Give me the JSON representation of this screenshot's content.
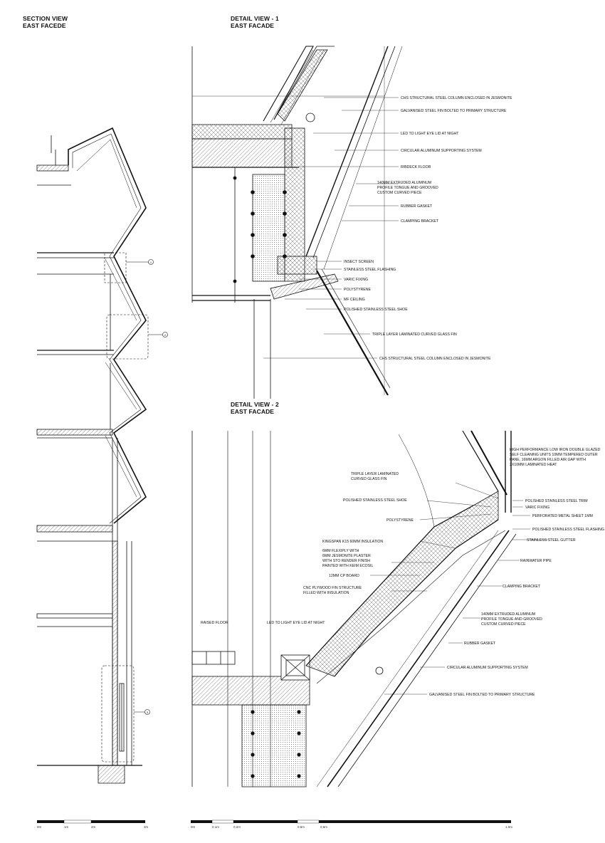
{
  "titles": {
    "section": {
      "line1": "SECTION VIEW",
      "line2": "EAST FACEDE"
    },
    "detail1": {
      "line1": "DETAIL VIEW - 1",
      "line2": "EAST FACADE"
    },
    "detail2": {
      "line1": "DETAIL VIEW - 2",
      "line2": "EAST FACADE"
    }
  },
  "callouts": {
    "c1": "1",
    "c2": "2",
    "c3": "3"
  },
  "detail1_labels": [
    "CHS STRUCTURAL STEEL COLUMN ENCLOSED IN JESMONITE",
    "GALVANISED STEEL FIN BOLTED TO PRIMARY STRUCTURE",
    "LED TO LIGHT EYE LID AT NIGHT",
    "CIRCULAR ALUMINUM SUPPORTING SYSTEM",
    "RIBDECK FLOOR",
    "140MM EXTRUDED ALUMINUM",
    "PROFILE TONGUE AND GROOVED",
    "CUSTOM CURVED PIECE",
    "RUBBER GASKET",
    "CLAMPING BRACKET",
    "INSECT SCREEN",
    "STAINLESS STEEL FLASHING",
    "VARIC FIXING",
    "POLYSTYRENE",
    "MF CEILING",
    "POLISHED STAINLESS STEEL SHOE",
    "TRIPLE LAYER LAMINATED CURVED GLASS FIN",
    "CHS STRUCTURAL STEEL COLUMN ENCLOSED IN JESMONITE"
  ],
  "detail2_labels": [
    "HIGH PERFORMANCE LOW IRON DOUBLE GLAZED",
    "SELF CLEANING UNITS 10MM TEMPERED OUTER",
    "PANE, 16MM ARGON FILLED AIR GAP WITH",
    "2X10MM LAMINATED HEAT",
    "TRIPLE LAYER LAMINATED",
    "CURVED GLASS FIN",
    "POLISHED STAINLESS STEEL SHOE",
    "POLISHED STAINLESS STEEL TRIM",
    "VARIC FIXING",
    "POLYSTYRENE",
    "PERFORATED METAL SHEET 1MM",
    "POLISHED STAINLESS STEEL FLASHING",
    "KINGSPAN K15 60MM INSULATION",
    "STAINLESS STEEL GUTTER",
    "6MM FLEXIPLY WITH",
    "6MM JESMONITE PLASTER",
    "WITH STO RENDER FINISH",
    "PAINTED WITH KEIM ECOSIL",
    "RAINWATER PIPE",
    "12MM CP BOARD",
    "CLAMPING BRACKET",
    "CNC PLYWOOD FIN STRUCTURE",
    "FILLED WITH INSULATION",
    "RAISED FLOOR",
    "LED TO LIGHT EYE LID AT NIGHT",
    "140MM EXTRUDED ALUMINUM",
    "PROFILE TONGUE AND GROOVED",
    "CUSTOM CURVED PIECE",
    "RUBBER GASKET",
    "CIRCULAR ALUMINUM SUPPORTING SYSTEM",
    "GALVANISED STEEL FIN BOLTED TO PRIMARY STRUCTURE"
  ],
  "scale_bars": {
    "section": [
      "0m",
      "1m",
      "2m",
      "3m"
    ],
    "detail": [
      "0m",
      "0.1m",
      "0.2m",
      "0.5m",
      "0.6m",
      "1.0m"
    ]
  },
  "colors": {
    "ink": "#111111",
    "hatch": "#444444",
    "paper": "#ffffff"
  }
}
